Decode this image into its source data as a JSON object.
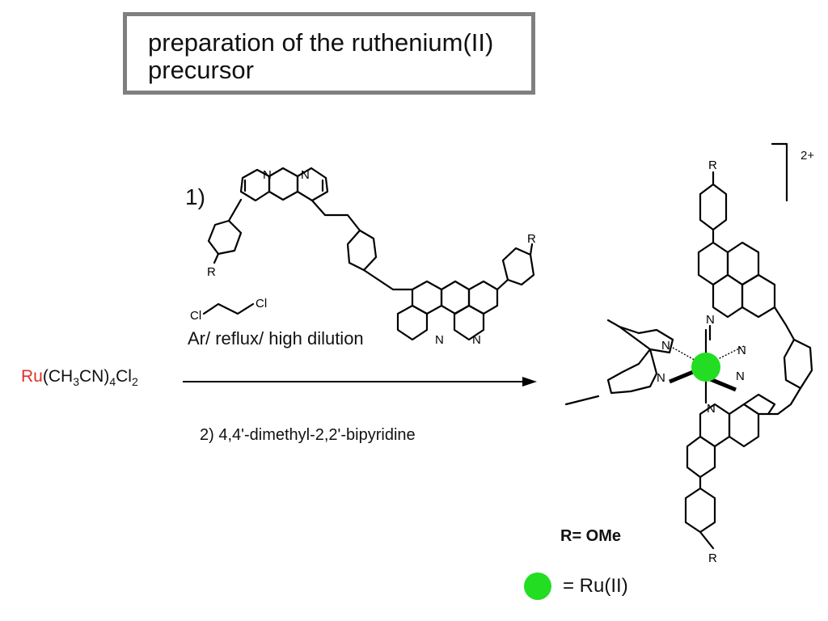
{
  "title": {
    "line1": "preparation of the ruthenium(II)",
    "line2": "precursor"
  },
  "step1": {
    "number": "1)",
    "solvent_cl_left": "Cl",
    "solvent_cl_right": "Cl",
    "conditions": "Ar/ reflux/ high dilution"
  },
  "step2": {
    "text": "2) 4,4'-dimethyl-2,2'-bipyridine"
  },
  "reagent": {
    "metal": "Ru",
    "metal_color": "#e0302a",
    "formula_a": "(CH",
    "sub_3": "3",
    "formula_b": "CN)",
    "sub_4": "4",
    "formula_c": "Cl",
    "sub_2": "2"
  },
  "ligand_atoms": {
    "n": "N",
    "r": "R"
  },
  "product": {
    "charge": "2+",
    "r_definition": "R= OMe",
    "ru_center_color": "#22dd22"
  },
  "legend": {
    "text": "= Ru(II)",
    "dot_color": "#22dd22"
  }
}
